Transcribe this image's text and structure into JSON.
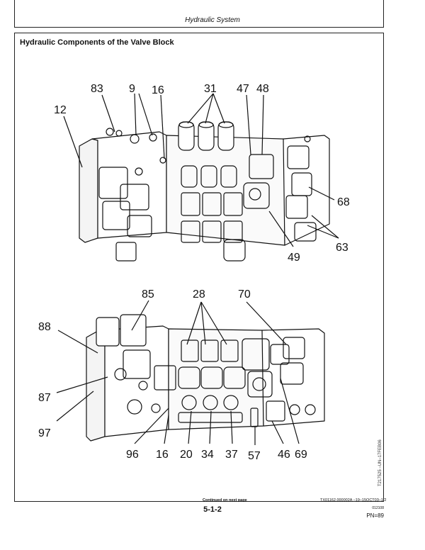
{
  "header": {
    "title": "Hydraulic System"
  },
  "section": {
    "title": "Hydraulic Components of the Valve Block"
  },
  "figure": {
    "top_callouts": [
      "83",
      "9",
      "16",
      "31",
      "47",
      "48",
      "12",
      "68",
      "63",
      "49"
    ],
    "bottom_callouts": [
      "85",
      "28",
      "70",
      "88",
      "87",
      "97",
      "96",
      "16",
      "20",
      "34",
      "37",
      "57",
      "46",
      "69"
    ],
    "figure_id": "T217525 –UN–17FEB06"
  },
  "footer": {
    "continued": "Continued on next page",
    "ref": "TX01162,000002A  –19–15OCT03–1/2",
    "page": "5-1-2",
    "small": "012108",
    "pn": "PN=89"
  }
}
